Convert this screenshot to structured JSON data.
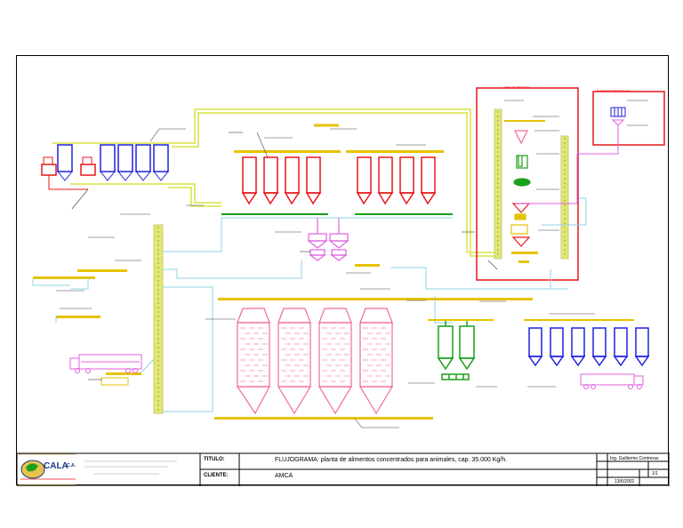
{
  "title_block": {
    "titulo_label": "TITULO:",
    "titulo_value": "FLUJOGRAMA: planta de alimentos concentrados para animales, cap. 35.000 Kg/h.",
    "cliente_label": "CLIENTE:",
    "cliente_value": "AMCA",
    "engineer": "Ing. Guillermo Contreras",
    "sheet_number": "1/1",
    "date": "13/6/2002",
    "logo_name": "CALA",
    "logo_suffix": "C.A."
  },
  "section_labels": {
    "process_area": "AREA DE PROCESO",
    "premix_area": "PLANTA DE PREMEZCLAS"
  },
  "colors": {
    "red": "#e8171b",
    "blue": "#2020e0",
    "green": "#1aa01a",
    "pink": "#f06a9a",
    "yellow": "#e6c200",
    "lightyellow": "#e2e870",
    "olive": "#c8c880",
    "cyan": "#8fd3e8",
    "magenta": "#e060e0",
    "dark": "#404040"
  }
}
